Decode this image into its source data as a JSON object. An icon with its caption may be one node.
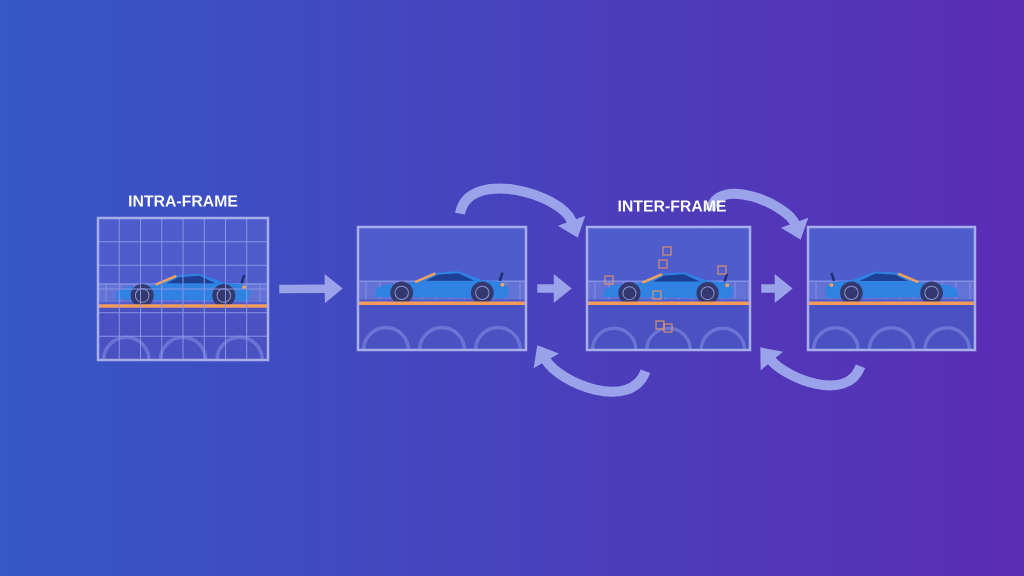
{
  "diagram": {
    "nodes": [
      {
        "text": [],
        "shape": "picture",
        "beside": [
          "INTRA-FRAME"
        ]
      },
      {
        "text": [],
        "shape": "picture"
      },
      {
        "text": [],
        "shape": "picture",
        "beside": [
          "INTER-FRAME"
        ]
      },
      {
        "text": [],
        "shape": "picture"
      }
    ],
    "edges": [
      {
        "from": 0,
        "to": 1,
        "arrow": "to"
      },
      {
        "from": 1,
        "to": 2,
        "arrow": "to"
      },
      {
        "from": 2,
        "to": 3,
        "arrow": "to"
      },
      {
        "from": 1,
        "to": 2,
        "arrow": "to"
      },
      {
        "from": 2,
        "to": 1,
        "arrow": "to"
      },
      {
        "from": 2,
        "to": 3,
        "arrow": "to"
      },
      {
        "from": 3,
        "to": 2,
        "arrow": "to"
      }
    ]
  }
}
